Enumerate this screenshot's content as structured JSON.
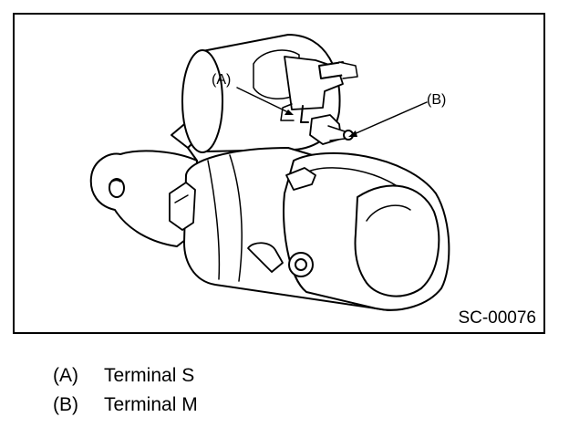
{
  "diagram": {
    "reference_code": "SC-00076",
    "callouts": [
      {
        "key": "(A)"
      },
      {
        "key": "(B)"
      }
    ]
  },
  "legend": [
    {
      "key": "(A)",
      "label": "Terminal S"
    },
    {
      "key": "(B)",
      "label": "Terminal M"
    }
  ]
}
